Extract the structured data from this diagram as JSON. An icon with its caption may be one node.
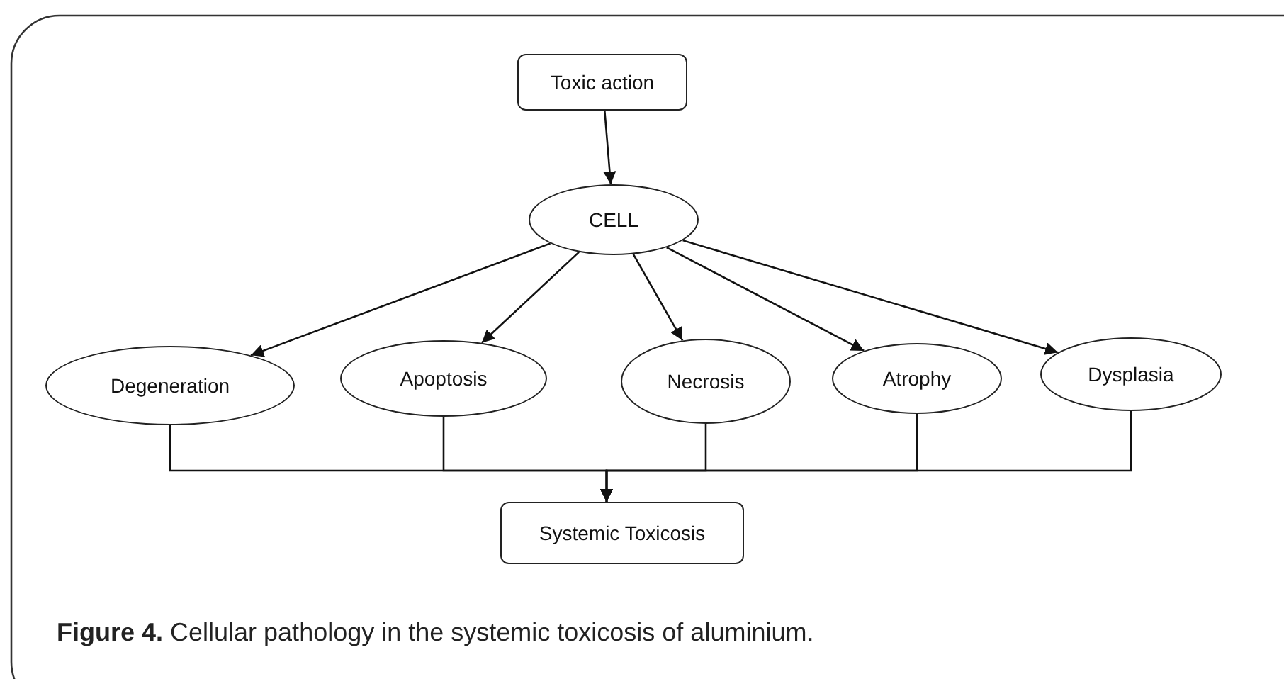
{
  "diagram": {
    "caption": "**Figure 4.** Cellular pathology in the systemic toxicosis of aluminium.",
    "nodes": [
      {
        "text": [
          "Toxic action"
        ]
      },
      {
        "text": [
          "CELL"
        ]
      },
      {
        "text": [
          "Degeneration"
        ]
      },
      {
        "text": [
          "Apoptosis"
        ]
      },
      {
        "text": [
          "Necrosis"
        ]
      },
      {
        "text": [
          "Atrophy"
        ]
      },
      {
        "text": [
          "Dysplasia"
        ]
      },
      {
        "text": [
          "Systemic Toxicosis"
        ]
      }
    ],
    "edges": [
      {
        "from": 0,
        "to": 1,
        "arrow": "to"
      },
      {
        "from": 1,
        "to": 2,
        "arrow": "to"
      },
      {
        "from": 1,
        "to": 3,
        "arrow": "to"
      },
      {
        "from": 1,
        "to": 4,
        "arrow": "to"
      },
      {
        "from": 1,
        "to": 5,
        "arrow": "to"
      },
      {
        "from": 1,
        "to": 6,
        "arrow": "to"
      },
      {
        "from": 2,
        "to": 7,
        "arrow": "to"
      },
      {
        "from": 3,
        "to": 7,
        "arrow": "to"
      },
      {
        "from": 4,
        "to": 7,
        "arrow": "to"
      },
      {
        "from": 5,
        "to": 7,
        "arrow": "to"
      },
      {
        "from": 6,
        "to": 7,
        "arrow": "to"
      }
    ]
  }
}
